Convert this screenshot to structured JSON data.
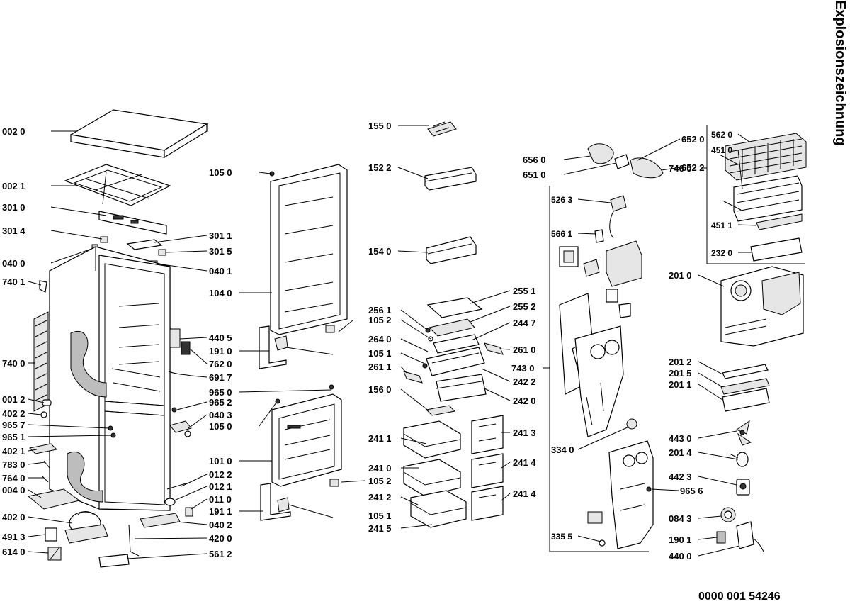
{
  "title": "Explosionszeichnung",
  "document_number": "0000 001 54246",
  "labels": {
    "l0020": "002 0",
    "l0021": "002 1",
    "l3010": "301 0",
    "l3014": "301 4",
    "l0400": "040 0",
    "l7401": "740 1",
    "l7400": "740 0",
    "l0012": "001 2",
    "l4022": "402 2",
    "l9657": "965 7",
    "l9651": "965 1",
    "l4021": "402 1",
    "l7830": "783 0",
    "l7640": "764 0",
    "l0040": "004 0",
    "l4020": "402 0",
    "l4913": "491 3",
    "l6140": "614 0",
    "l3011": "301 1",
    "l3015": "301 5",
    "l0401": "040 1",
    "l1050a": "105 0",
    "l1040": "104 0",
    "l4405": "440 5",
    "l1910": "191 0",
    "l7620": "762 0",
    "l6917": "691 7",
    "l9650": "965 0",
    "l9652": "965 2",
    "l0403": "040 3",
    "l1050b": "105 0",
    "l1010": "101 0",
    "l0122": "012 2",
    "l0121": "012 1",
    "l0110": "011 0",
    "l1911": "191 1",
    "l0402": "040 2",
    "l4200": "420 0",
    "l5612": "561 2",
    "l1550": "155 0",
    "l1522": "152 2",
    "l1540": "154 0",
    "l2561": "256 1",
    "l1052a": "105 2",
    "l2640": "264 0",
    "l1051a": "105 1",
    "l2611": "261 1",
    "l1560": "156 0",
    "l2411": "241 1",
    "l2410": "241 0",
    "l2412": "241 2",
    "l2415": "241 5",
    "l2551": "255 1",
    "l2552": "255 2",
    "l2447": "244 7",
    "l2610": "261 0",
    "l2422": "242 2",
    "l2420": "242 0",
    "l2413": "241 3",
    "l2414a": "241 4",
    "l2414b": "241 4",
    "l1052b": "105 2",
    "l1051b": "105 1",
    "l6560": "656 0",
    "l6510": "651 0",
    "l6520": "652 0",
    "l6522": "652 2",
    "l5263": "526 3",
    "l5661": "566 1",
    "l7430": "743 0",
    "l3340": "334 0",
    "l3355": "335 5",
    "l9656": "965 6",
    "l5620": "562 0",
    "l4510": "451 0",
    "l7460": "746 0",
    "l4511": "451 1",
    "l2320": "232 0",
    "l2010": "201 0",
    "l2012": "201 2",
    "l2015": "201 5",
    "l2011": "201 1",
    "l4430": "443 0",
    "l2014": "201 4",
    "l4423": "442 3",
    "l0843": "084 3",
    "l1901": "190 1",
    "l4400": "440 0"
  }
}
